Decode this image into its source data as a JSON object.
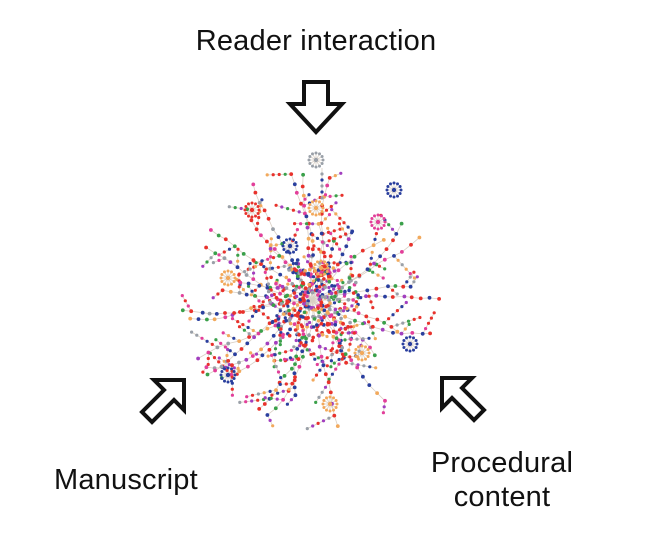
{
  "labels": {
    "top": "Reader interaction",
    "left": "Manuscript",
    "right_line1": "Procedural",
    "right_line2": "content"
  },
  "colors": {
    "arrow_stroke": "#111111",
    "edge": "#d9cfc4",
    "node_palette": [
      "#e8322c",
      "#e8322c",
      "#e8322c",
      "#2a3f9e",
      "#3aa04a",
      "#a23fbf",
      "#f2a95c",
      "#9aa0a8",
      "#e23f9a",
      "#2a3f9e"
    ]
  },
  "icons": {
    "top_arrow": "down-arrow-icon",
    "left_arrow": "up-right-arrow-icon",
    "right_arrow": "up-left-arrow-icon"
  }
}
